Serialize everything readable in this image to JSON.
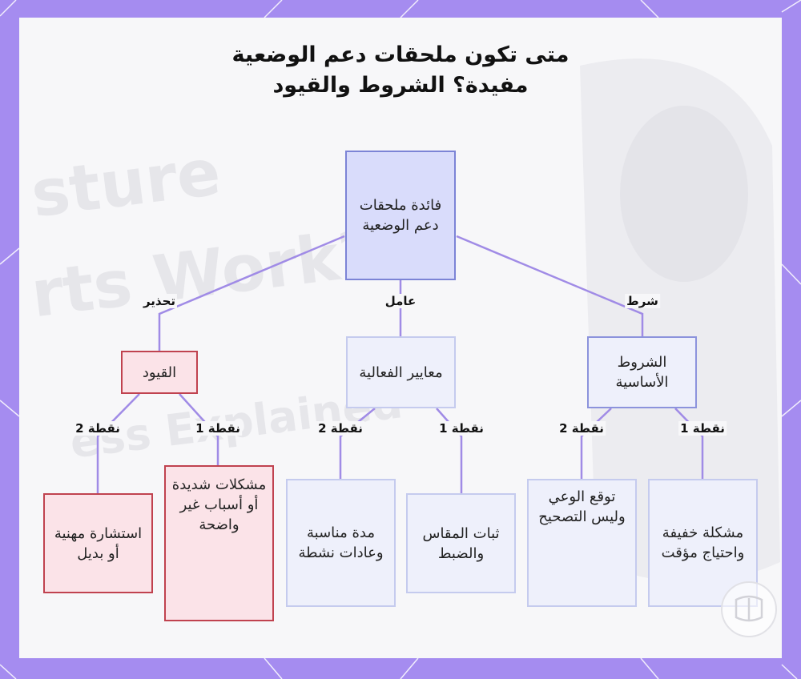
{
  "title": {
    "line1": "متى تكون ملحقات دعم الوضعية",
    "line2": "مفيدة؟ الشروط والقيود"
  },
  "watermark": {
    "line1": "sture",
    "line2": "rts Work?",
    "line3": "ess Explained"
  },
  "nodes": {
    "root": "فائدة ملحقات دعم الوضعية",
    "restrictions": "القيود",
    "effectiveness": "معايير الفعالية",
    "conditions": "الشروط الأساسية",
    "consult": "استشارة مهنية أو بديل",
    "severe": "مشكلات شديدة أو أسباب غير واضحة",
    "duration": "مدة مناسبة وعادات نشطة",
    "fit": "ثبات المقاس والضبط",
    "awareness": "توقع الوعي وليس التصحيح",
    "mild": "مشكلة خفيفة واحتياج مؤقت"
  },
  "edge_labels": {
    "warning": "تحذير",
    "factor": "عامل",
    "condition": "شرط",
    "point2_a": "نقطة 2",
    "point1_a": "نقطة 1",
    "point2_b": "نقطة 2",
    "point1_b": "نقطة 1",
    "point2_c": "نقطة 2",
    "point1_c": "نقطة 1"
  },
  "colors": {
    "border": "#a58cf0",
    "edge": "#a08be6",
    "root_fill": "#d9dcfb",
    "restriction_fill": "#fbe3e8",
    "restriction_stroke": "#c0424f",
    "node_fill": "#eef0fb"
  },
  "logo_icon": "brand-logo-icon"
}
